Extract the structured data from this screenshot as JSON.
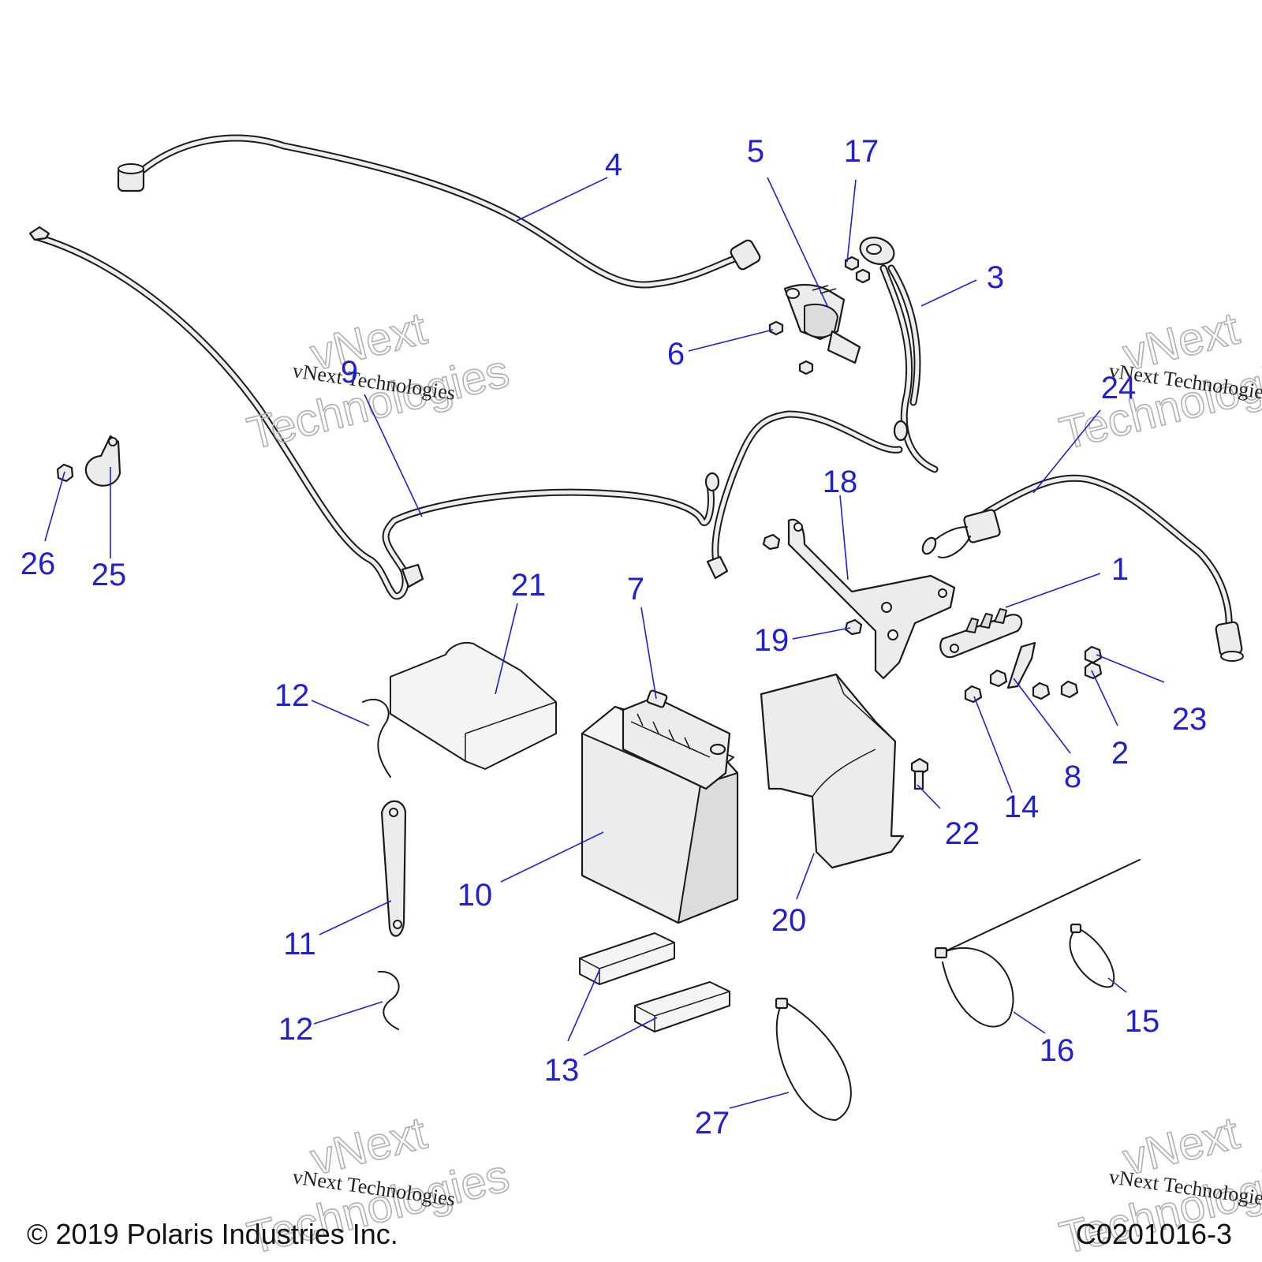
{
  "callouts": [
    {
      "id": "c1",
      "label": "1"
    },
    {
      "id": "c2",
      "label": "2"
    },
    {
      "id": "c3",
      "label": "3"
    },
    {
      "id": "c4",
      "label": "4"
    },
    {
      "id": "c5",
      "label": "5"
    },
    {
      "id": "c6",
      "label": "6"
    },
    {
      "id": "c7",
      "label": "7"
    },
    {
      "id": "c8",
      "label": "8"
    },
    {
      "id": "c9",
      "label": "9"
    },
    {
      "id": "c10",
      "label": "10"
    },
    {
      "id": "c11",
      "label": "11"
    },
    {
      "id": "c12a",
      "label": "12"
    },
    {
      "id": "c12b",
      "label": "12"
    },
    {
      "id": "c13",
      "label": "13"
    },
    {
      "id": "c14",
      "label": "14"
    },
    {
      "id": "c15",
      "label": "15"
    },
    {
      "id": "c16",
      "label": "16"
    },
    {
      "id": "c17",
      "label": "17"
    },
    {
      "id": "c18",
      "label": "18"
    },
    {
      "id": "c19",
      "label": "19"
    },
    {
      "id": "c20",
      "label": "20"
    },
    {
      "id": "c21",
      "label": "21"
    },
    {
      "id": "c22",
      "label": "22"
    },
    {
      "id": "c23",
      "label": "23"
    },
    {
      "id": "c24",
      "label": "24"
    },
    {
      "id": "c25",
      "label": "25"
    },
    {
      "id": "c26",
      "label": "26"
    },
    {
      "id": "c27",
      "label": "27"
    }
  ],
  "watermark": {
    "line1": "vNext",
    "line2": "Technologies",
    "caption": "vNext Technologies"
  },
  "footer": {
    "copyright": "© 2019 Polaris Industries Inc.",
    "drawing_code": "C0201016-3"
  },
  "colors": {
    "callout": "#1f1fd6",
    "line": "#1a1a1a",
    "fill": "#ececec"
  }
}
